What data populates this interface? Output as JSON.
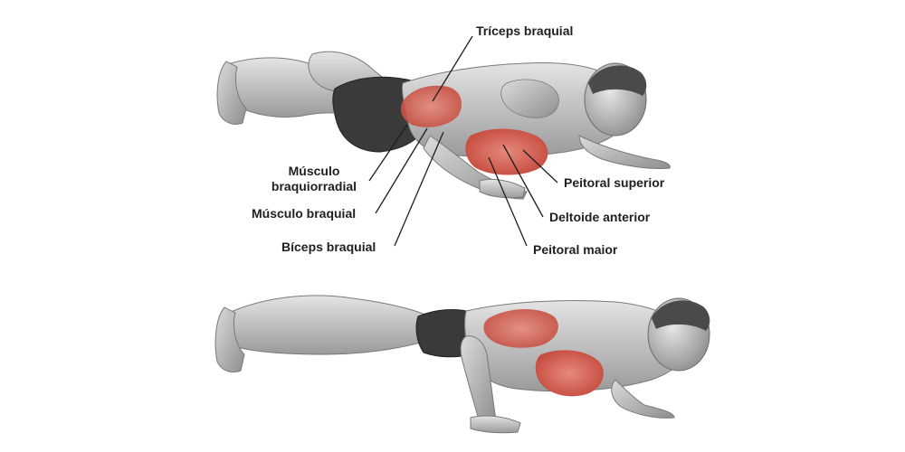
{
  "labels": {
    "triceps": "Tríceps braquial",
    "braquiorradial_1": "Músculo",
    "braquiorradial_2": "braquiorradial",
    "braquial": "Músculo braquial",
    "biceps": "Bíceps braquial",
    "peitoral_superior": "Peitoral superior",
    "deltoide_anterior": "Deltoide anterior",
    "peitoral_maior": "Peitoral maior"
  },
  "colors": {
    "muscle_highlight": "#d9574a",
    "muscle_highlight_light": "#e8897b",
    "skin_gray": "#c9c9c9",
    "skin_mid": "#a9a9a9",
    "skin_dark": "#6e6e6e",
    "shorts": "#3a3a3a",
    "hair": "#4a4a4a",
    "leader_line": "#1f1f1f"
  }
}
